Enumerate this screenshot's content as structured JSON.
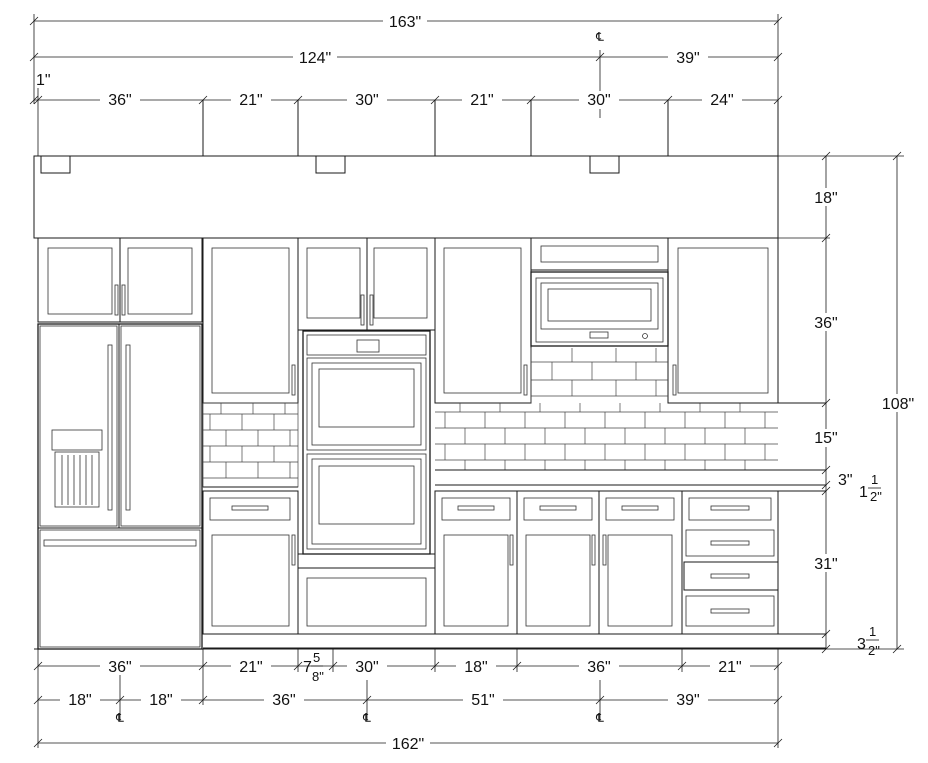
{
  "dimensions": {
    "overall_top": "163\"",
    "upper_left": "124\"",
    "upper_right": "39\"",
    "centerline": "℄",
    "gap_left": "1\"",
    "top_segments": [
      "36\"",
      "21\"",
      "30\"",
      "21\"",
      "30\"",
      "24\""
    ],
    "right_soffit": "18\"",
    "right_uppers": "36\"",
    "right_backsplash": "15\"",
    "right_counter_3": "3\"",
    "right_counter_1": "1",
    "right_counter_frac_num": "1",
    "right_counter_frac_den": "2\"",
    "right_base": "31\"",
    "right_toe_3": "3",
    "right_toe_frac_num": "1",
    "right_toe_frac_den": "2\"",
    "right_total": "108\"",
    "bottom_segments": [
      "36\"",
      "21\"",
      "7",
      "30\"",
      "18\"",
      "36\"",
      "21\""
    ],
    "bottom_frac_num": "5",
    "bottom_frac_den": "8\"",
    "bottom_row2": [
      "18\"",
      "18\"",
      "36\"",
      "51\"",
      "39\""
    ],
    "overall_bottom": "162\""
  }
}
